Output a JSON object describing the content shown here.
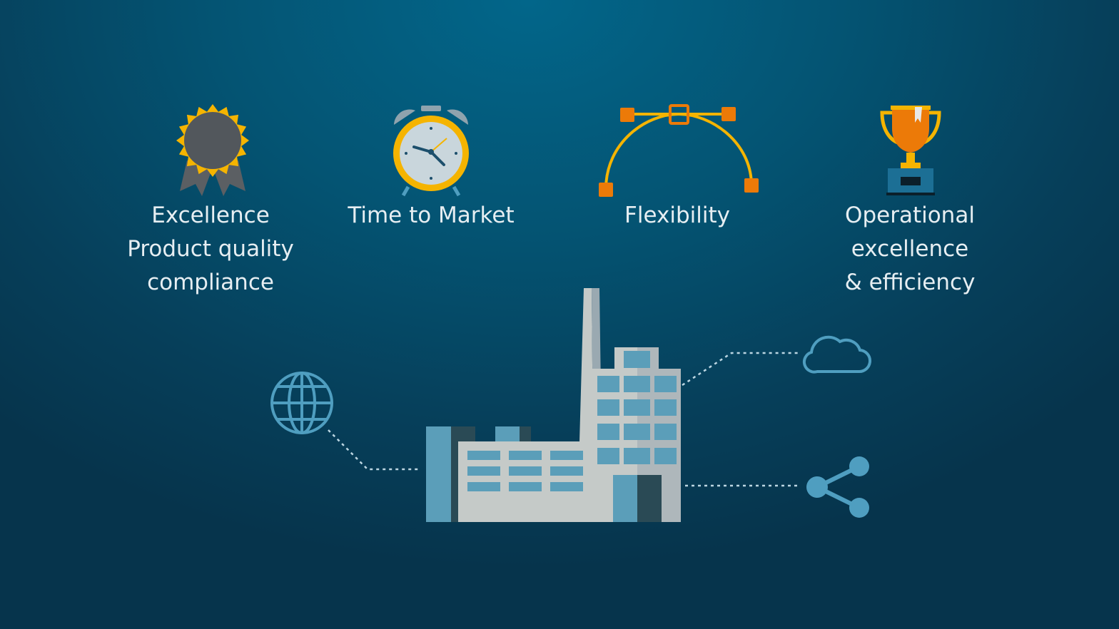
{
  "pillars": [
    {
      "icon": "award-badge-icon",
      "lines": [
        "Excellence",
        "Product quality",
        "compliance"
      ]
    },
    {
      "icon": "alarm-clock-icon",
      "lines": [
        "Time to Market"
      ]
    },
    {
      "icon": "bezier-curve-icon",
      "lines": [
        "Flexibility"
      ]
    },
    {
      "icon": "trophy-icon",
      "lines": [
        "Operational",
        "excellence",
        "& efficiency"
      ]
    }
  ],
  "diagram": {
    "center": "factory-icon",
    "connections": [
      "globe-icon",
      "cloud-icon",
      "share-icon"
    ]
  },
  "colors": {
    "accent_yellow": "#f5b400",
    "accent_orange": "#ec7a08",
    "factory_light": "#c5cac8",
    "factory_blue": "#5b9eb9",
    "factory_dark": "#2a4a55",
    "connector_blue": "#4f9ec0"
  }
}
